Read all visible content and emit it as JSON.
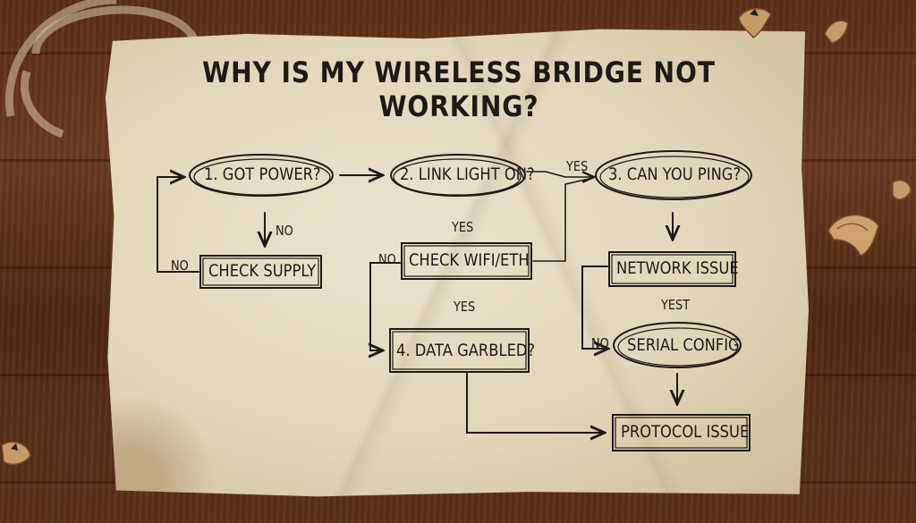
{
  "title": "WHY IS MY WIRELESS BRIDGE NOT WORKING?",
  "nodes": {
    "got_power": "1. GOT POWER?",
    "link_light": "2. LINK LIGHT ON?",
    "can_ping": "3. CAN YOU PING?",
    "check_supply": "CHECK SUPPLY",
    "check_wifi": "CHECK WIFI/ETH",
    "network_issue": "NETWORK ISSUE",
    "data_garbled": "4. DATA GARBLED?",
    "serial_config": "SERIAL CONFIG",
    "protocol_issue": "PROTOCOL ISSUE"
  },
  "edges": {
    "power_no": "NO",
    "supply_loop_no": "NO",
    "link_yes": "YES",
    "ping_yes": "YES",
    "wifi_no": "NO",
    "wifi_yes": "YES",
    "serial_no": "NO",
    "serial_yest": "YEST"
  },
  "colors": {
    "ink": "#1e1a15",
    "paper": "#e6dcc3",
    "wood": "#5a2f18"
  }
}
